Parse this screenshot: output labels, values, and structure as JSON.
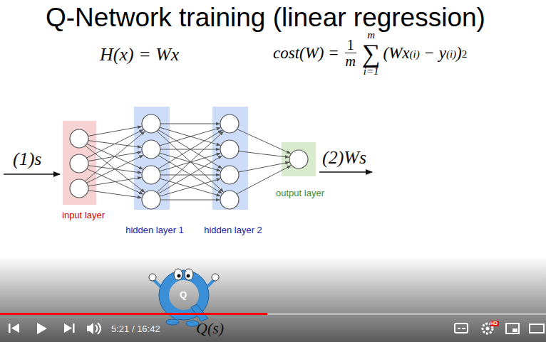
{
  "diagram": {
    "title": "Q-Network training (linear regression)",
    "nodes": [
      {
        "text": [
          "input layer"
        ]
      },
      {
        "text": [
          "hidden layer 1"
        ]
      },
      {
        "text": [
          "hidden layer 2"
        ]
      },
      {
        "text": [
          "output layer"
        ]
      }
    ],
    "edges": [
      {
        "from": 0,
        "to": 1,
        "arrow": "to"
      },
      {
        "from": 1,
        "to": 2,
        "arrow": "to"
      },
      {
        "from": 2,
        "to": 3,
        "arrow": "to"
      }
    ],
    "labels": [
      "H(x) = Wx",
      "cost(W) =",
      "1",
      "m",
      "m",
      "i=1",
      "∑",
      "(Wx",
      "(i)",
      " − y",
      "(i)",
      ")",
      "2",
      "(1)s",
      "(2)Ws",
      "Q(s)",
      "5:21 / 16:42",
      "Q",
      "HD"
    ]
  }
}
